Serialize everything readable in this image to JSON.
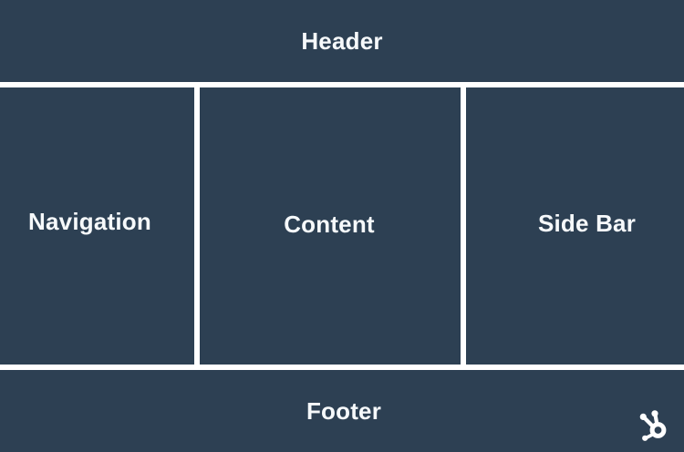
{
  "colors": {
    "background": "#2d4053",
    "divider": "#ffffff",
    "text": "#f6f9fb",
    "logo": "#ffffff"
  },
  "sections": {
    "header": {
      "label": "Header"
    },
    "navigation": {
      "label": "Navigation"
    },
    "content": {
      "label": "Content"
    },
    "sidebar": {
      "label": "Side Bar"
    },
    "footer": {
      "label": "Footer"
    }
  },
  "icons": {
    "hubspot_sprocket": "hubspot-sprocket-logo"
  }
}
